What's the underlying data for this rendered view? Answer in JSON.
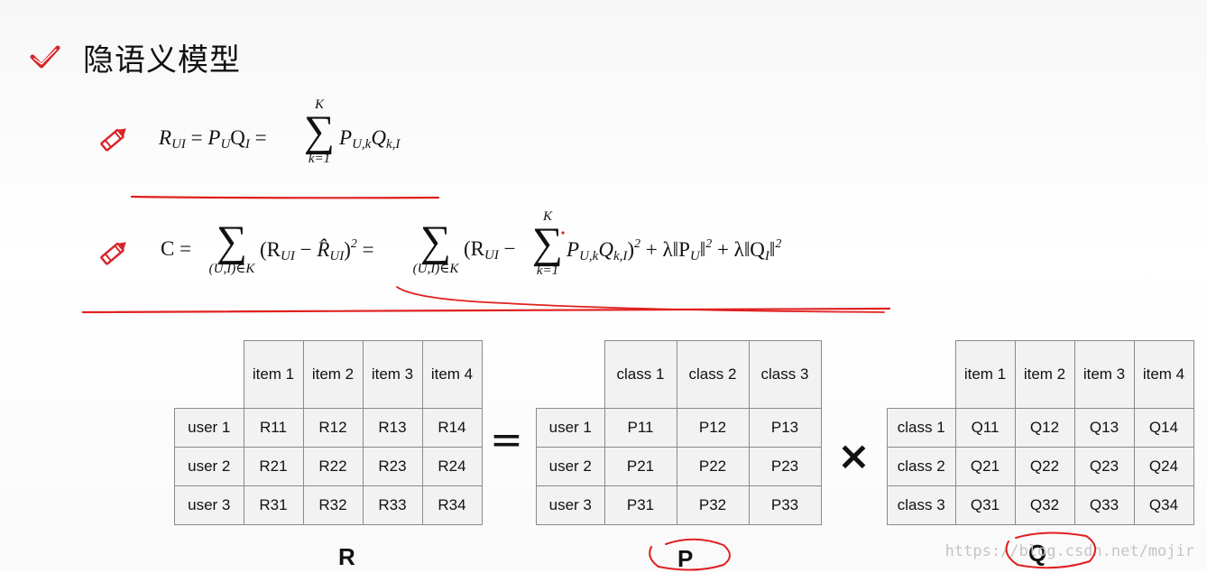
{
  "title": "隐语义模型",
  "formula1": {
    "lhs_R": "R",
    "lhs_R_sub": "UI",
    "eq1": "=",
    "P": "P",
    "P_sub": "U",
    "Q": "Q",
    "Q_sub": "I",
    "eq2": "=",
    "sum_top": "K",
    "sum_bottom": "k=1",
    "term_P": "P",
    "term_P_sub": "U,k",
    "term_Q": "Q",
    "term_Q_sub": "k,I"
  },
  "formula2": {
    "C": "C",
    "eq1": "=",
    "sum1_bottom": "(U,I)∈K",
    "group1": "(R",
    "group1_sub": "UI",
    "minus1": "−",
    "Rhat": "R̂",
    "Rhat_sub": "UI",
    "close1": ")",
    "pow1": "2",
    "eq2": "=",
    "sum2_bottom": "(U,I)∈K",
    "group2": "(R",
    "group2_sub": "UI",
    "minus2": "−",
    "sum3_top": "K",
    "sum3_bottom": "k=1",
    "term_P": "P",
    "term_P_sub": "U,k",
    "term_Q": "Q",
    "term_Q_sub": "k,I",
    "close2": ")",
    "pow2": "2",
    "reg1": "+ λ‖P",
    "reg1_sub": "U",
    "reg1_close": "‖",
    "reg1_pow": "2",
    "reg2": "+ λ‖Q",
    "reg2_sub": "I",
    "reg2_close": "‖",
    "reg2_pow": "2"
  },
  "matrix_R": {
    "label": "R",
    "cols": [
      "item 1",
      "item 2",
      "item 3",
      "item 4"
    ],
    "rows": [
      {
        "name": "user 1",
        "cells": [
          "R11",
          "R12",
          "R13",
          "R14"
        ]
      },
      {
        "name": "user 2",
        "cells": [
          "R21",
          "R22",
          "R23",
          "R24"
        ]
      },
      {
        "name": "user 3",
        "cells": [
          "R31",
          "R32",
          "R33",
          "R34"
        ]
      }
    ]
  },
  "op_equals": "=",
  "matrix_P": {
    "label": "P",
    "cols": [
      "class 1",
      "class 2",
      "class 3"
    ],
    "rows": [
      {
        "name": "user 1",
        "cells": [
          "P11",
          "P12",
          "P13"
        ]
      },
      {
        "name": "user 2",
        "cells": [
          "P21",
          "P22",
          "P23"
        ]
      },
      {
        "name": "user 3",
        "cells": [
          "P31",
          "P32",
          "P33"
        ]
      }
    ]
  },
  "op_times": "×",
  "matrix_Q": {
    "label": "Q",
    "cols": [
      "item 1",
      "item 2",
      "item 3",
      "item 4"
    ],
    "rows": [
      {
        "name": "class 1",
        "cells": [
          "Q11",
          "Q12",
          "Q13",
          "Q14"
        ]
      },
      {
        "name": "class 2",
        "cells": [
          "Q21",
          "Q22",
          "Q23",
          "Q24"
        ]
      },
      {
        "name": "class 3",
        "cells": [
          "Q31",
          "Q32",
          "Q33",
          "Q34"
        ]
      }
    ]
  },
  "watermark": "https://blog.csdn.net/mojir",
  "icons": {
    "title": "checkmark-icon",
    "formula": "pencil-icon"
  },
  "colors": {
    "accent": "#d7262b",
    "ink": "#e0201f",
    "cell_bg": "#f2f2f2",
    "cell_border": "#8a8a8a"
  }
}
